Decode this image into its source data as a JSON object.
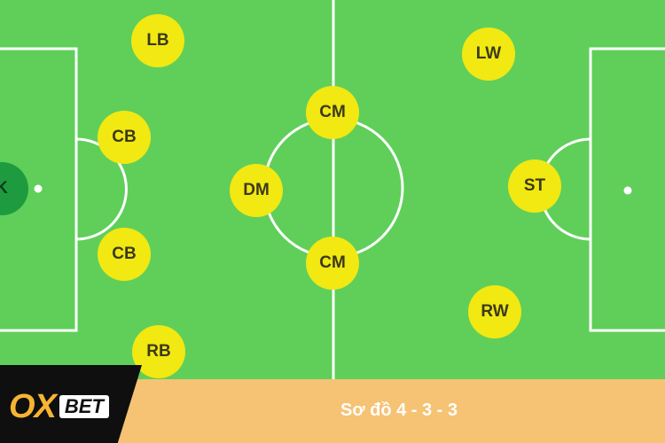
{
  "formation_caption": "Sơ đồ 4 - 3 - 3",
  "brand": {
    "part1": "OX",
    "part2": "BET"
  },
  "players": [
    {
      "id": "gk",
      "label": "K"
    },
    {
      "id": "lb",
      "label": "LB"
    },
    {
      "id": "cb-top",
      "label": "CB"
    },
    {
      "id": "cb-bottom",
      "label": "CB"
    },
    {
      "id": "rb",
      "label": "RB"
    },
    {
      "id": "dm",
      "label": "DM"
    },
    {
      "id": "cm-top",
      "label": "CM"
    },
    {
      "id": "cm-bottom",
      "label": "CM"
    },
    {
      "id": "lw",
      "label": "LW"
    },
    {
      "id": "st",
      "label": "ST"
    },
    {
      "id": "rw",
      "label": "RW"
    }
  ],
  "colors": {
    "pitch": "#5fcf5a",
    "player": "#f2e812",
    "goalkeeper": "#1e9b3f",
    "footer": "#f6c274",
    "logo_accent": "#f5b432"
  }
}
